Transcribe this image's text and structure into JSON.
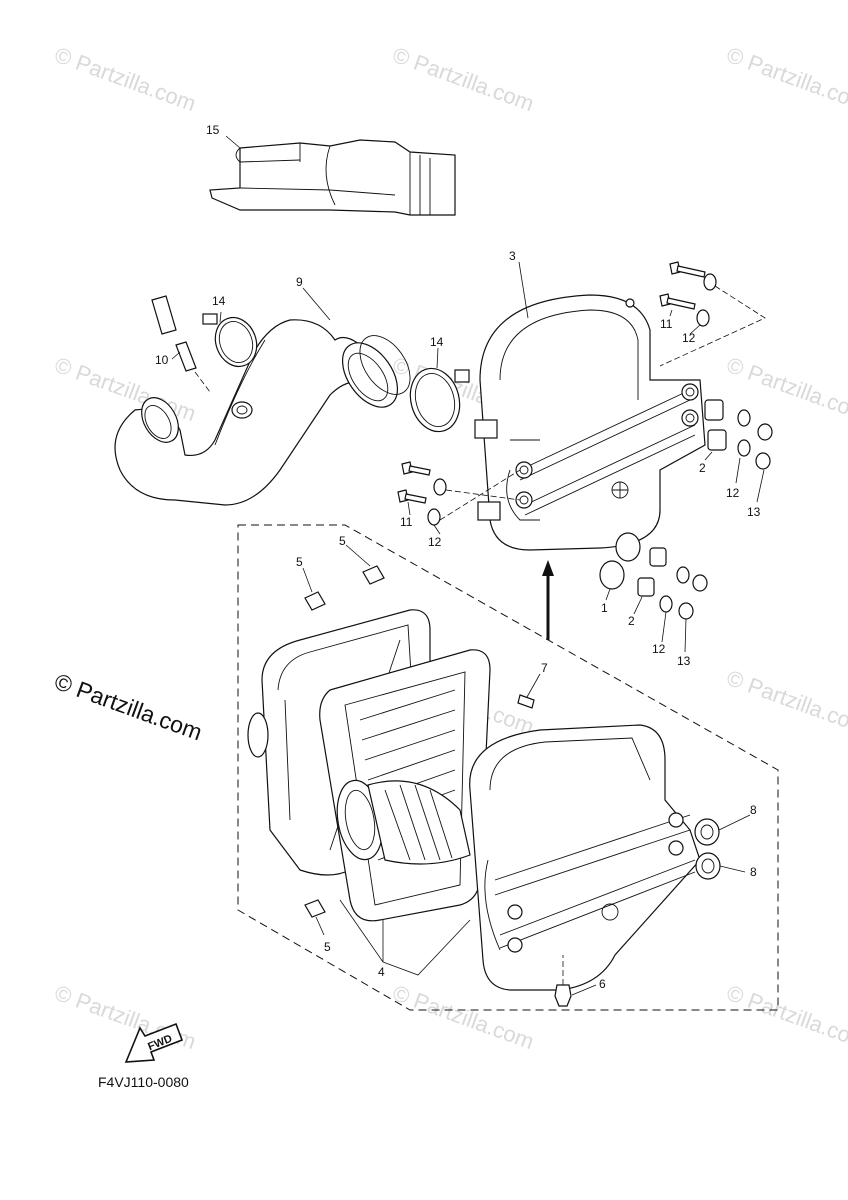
{
  "watermark": {
    "text": "© Partzilla.com"
  },
  "copyright_label": "© Partzilla.com",
  "diagram_code": "F4VJ110-0080",
  "fwd_label": "FWD",
  "callouts": {
    "c1": "1",
    "c2a": "2",
    "c2b": "2",
    "c3": "3",
    "c4": "4",
    "c5a": "5",
    "c5b": "5",
    "c5c": "5",
    "c6": "6",
    "c7": "7",
    "c8a": "8",
    "c8b": "8",
    "c9": "9",
    "c10": "10",
    "c11a": "11",
    "c11b": "11",
    "c12a": "12",
    "c12b": "12",
    "c12c": "12",
    "c12d": "12",
    "c13a": "13",
    "c13b": "13",
    "c14a": "14",
    "c14b": "14",
    "c15": "15"
  }
}
